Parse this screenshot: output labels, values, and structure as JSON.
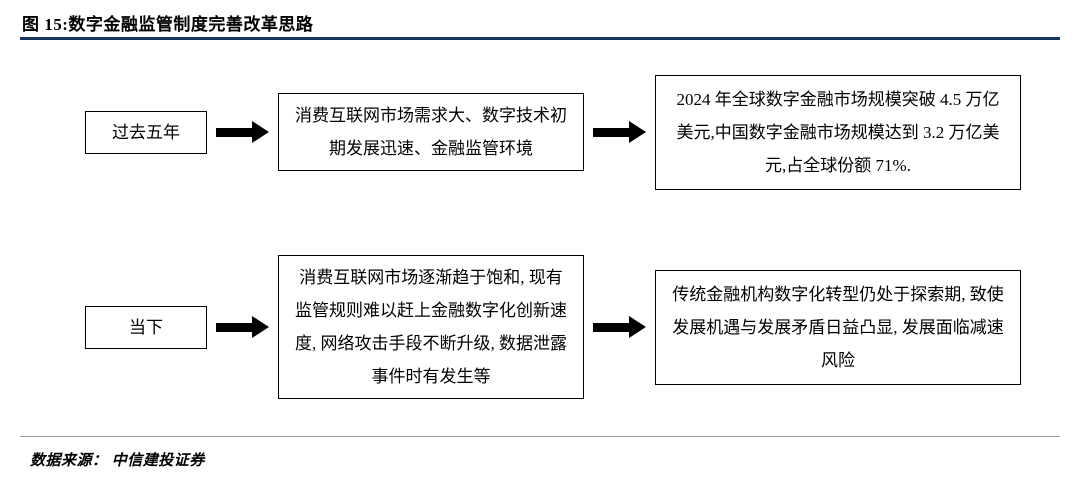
{
  "figure": {
    "title": "图 15:数字金融监管制度完善改革思路",
    "source_label": "数据来源： 中信建投证券"
  },
  "flow": {
    "rows": [
      {
        "stage": "过去五年",
        "context": "消费互联网市场需求大、数字技术初期发展迅速、金融监管环境",
        "outcome": "2024 年全球数字金融市场规模突破 4.5 万亿美元,中国数字金融市场规模达到 3.2 万亿美元,占全球份额 71%."
      },
      {
        "stage": "当下",
        "context": "消费互联网市场逐渐趋于饱和, 现有监管规则难以赶上金融数字化创新速度, 网络攻击手段不断升级, 数据泄露事件时有发生等",
        "outcome": "传统金融机构数字化转型仍处于探索期, 致使发展机遇与发展矛盾日益凸显, 发展面临减速风险"
      }
    ]
  }
}
